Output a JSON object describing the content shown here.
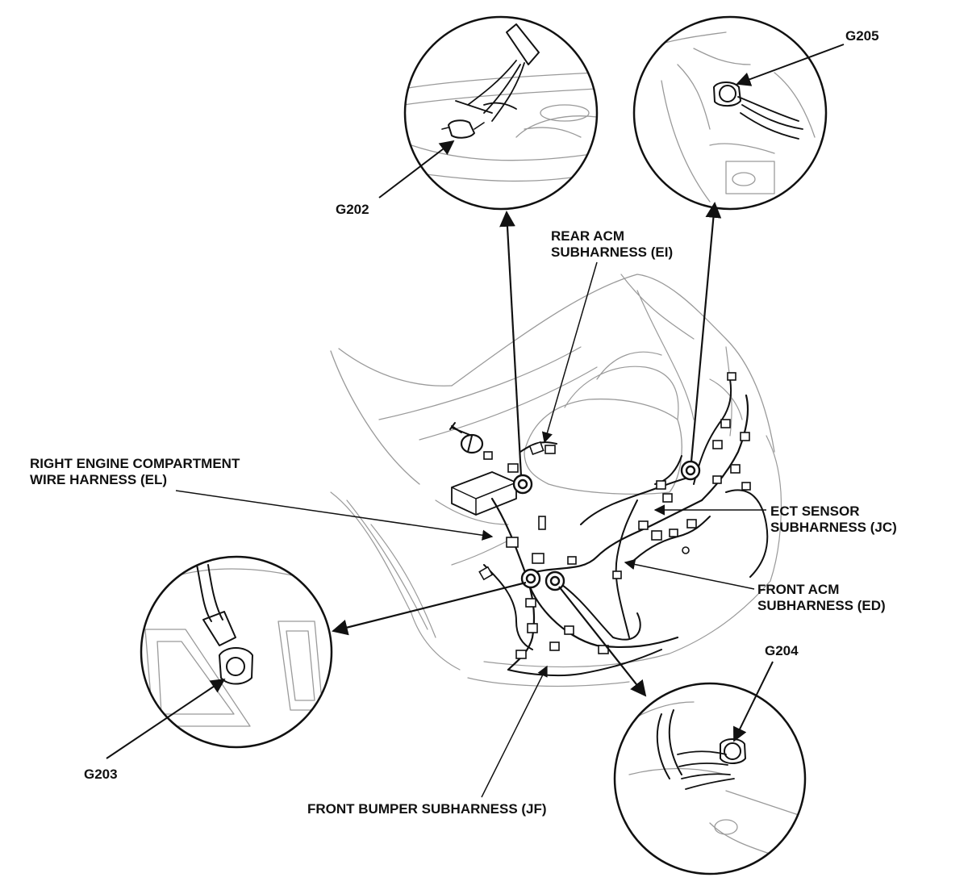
{
  "ground_points": {
    "g202": "G202",
    "g203": "G203",
    "g204": "G204",
    "g205": "G205"
  },
  "harness_labels": {
    "rear_acm": [
      "REAR ACM",
      "SUBHARNESS (EI)"
    ],
    "right_engine": [
      "RIGHT ENGINE COMPARTMENT",
      "WIRE HARNESS (EL)"
    ],
    "ect_sensor": [
      "ECT SENSOR",
      "SUBHARNESS (JC)"
    ],
    "front_acm": [
      "FRONT ACM",
      "SUBHARNESS (ED)"
    ],
    "front_bumper": "FRONT BUMPER SUBHARNESS (JF)"
  },
  "colors": {
    "ink": "#111111",
    "faint": "#9a9a9a",
    "background": "#ffffff"
  }
}
